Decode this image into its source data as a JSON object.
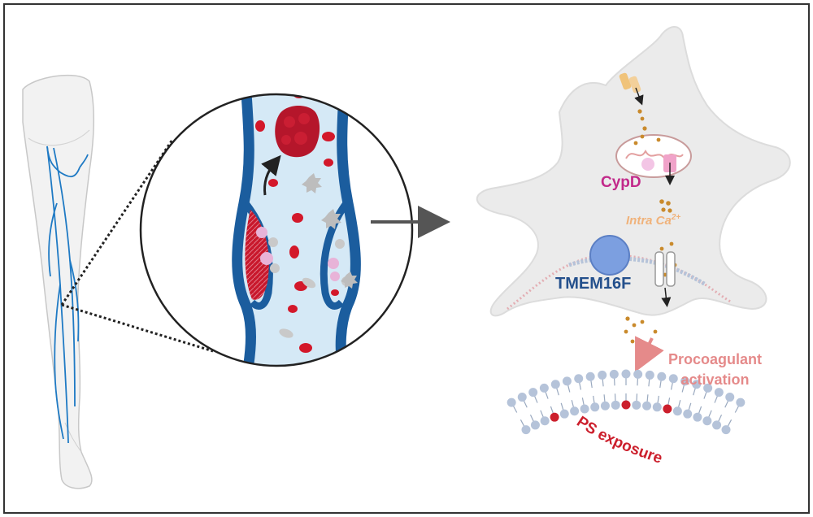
{
  "labels": {
    "cypd": "CypD",
    "intra_ca": "Intra Ca",
    "intra_ca_superscript": "2+",
    "tmem16f": "TMEM16F",
    "procoagulant_line1": "Procoagulant",
    "procoagulant_line2": "activation",
    "ps_exposure": "PS exposure"
  },
  "colors": {
    "frame": "#333333",
    "vein": "#1b5d9e",
    "vessel_lumen": "#d5e9f6",
    "red_blood_cell": "#d3182a",
    "clot": "#b5162b",
    "platelet": "#bdbdbd",
    "platelet_cell_body": "#ebebeb",
    "cypd_text": "#c2298a",
    "calcium_text": "#f0b27a",
    "calcium_ion": "#c98a2c",
    "tmem16f_channel": "#7c9fe0",
    "tmem16f_text": "#24508c",
    "procoagulant_text": "#e58a8a",
    "ps_lipid": "#cc1f2c",
    "membrane_lipid": "#b5c3d9"
  },
  "icons": [
    "leg-illustration",
    "zoom-circle",
    "thrombus",
    "platelet-cell",
    "mitochondrion",
    "calcium-channel",
    "tmem16f-scramblase",
    "membrane-bilayer"
  ]
}
